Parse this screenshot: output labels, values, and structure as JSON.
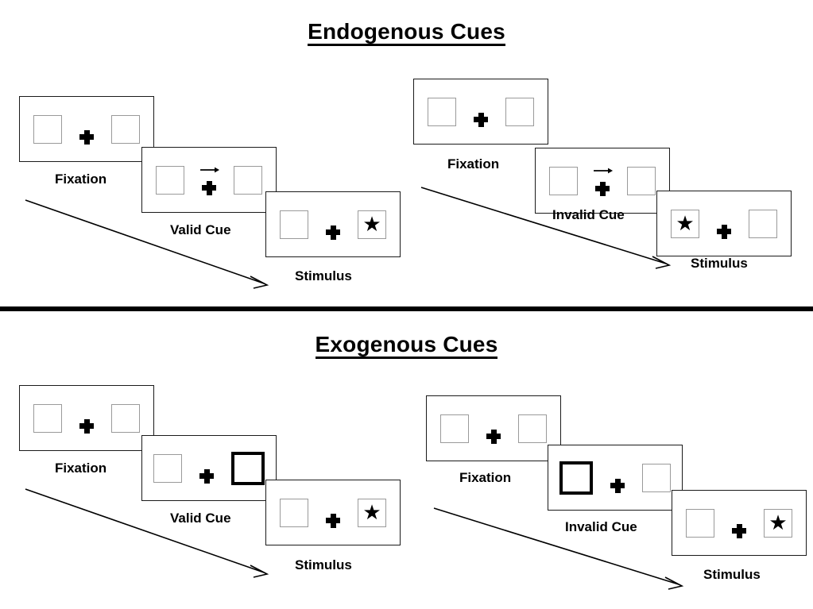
{
  "figure": {
    "title_endogenous": "Endogenous Cues",
    "title_exogenous": "Exogenous Cues"
  },
  "colors": {
    "frame_border": "#1a1a1a",
    "box_border": "#9a9a9a",
    "cue_highlight": "#000000",
    "divider": "#000000",
    "background": "#ffffff"
  },
  "sections": [
    {
      "name": "endogenous",
      "title": "Endogenous Cues",
      "cue_type": "arrow",
      "panels": [
        {
          "name": "endogenous-valid",
          "condition": "Valid Cue",
          "stages": [
            {
              "label": "Fixation",
              "left_box": "empty",
              "right_box": "empty",
              "cue": "none"
            },
            {
              "label": "Valid Cue",
              "left_box": "empty",
              "right_box": "empty",
              "cue": "arrow-right"
            },
            {
              "label": "Stimulus",
              "left_box": "empty",
              "right_box": "star",
              "cue": "none"
            }
          ]
        },
        {
          "name": "endogenous-invalid",
          "condition": "Invalid Cue",
          "stages": [
            {
              "label": "Fixation",
              "left_box": "empty",
              "right_box": "empty",
              "cue": "none"
            },
            {
              "label": "Invalid Cue",
              "left_box": "empty",
              "right_box": "empty",
              "cue": "arrow-right"
            },
            {
              "label": "Stimulus",
              "left_box": "star",
              "right_box": "empty",
              "cue": "none"
            }
          ]
        }
      ]
    },
    {
      "name": "exogenous",
      "title": "Exogenous Cues",
      "cue_type": "box-flash",
      "panels": [
        {
          "name": "exogenous-valid",
          "condition": "Valid Cue",
          "stages": [
            {
              "label": "Fixation",
              "left_box": "empty",
              "right_box": "empty",
              "cue": "none"
            },
            {
              "label": "Valid Cue",
              "left_box": "empty",
              "right_box": "bold",
              "cue": "right-box-highlight"
            },
            {
              "label": "Stimulus",
              "left_box": "empty",
              "right_box": "star",
              "cue": "none"
            }
          ]
        },
        {
          "name": "exogenous-invalid",
          "condition": "Invalid Cue",
          "stages": [
            {
              "label": "Fixation",
              "left_box": "empty",
              "right_box": "empty",
              "cue": "none"
            },
            {
              "label": "Invalid Cue",
              "left_box": "bold",
              "right_box": "empty",
              "cue": "left-box-highlight"
            },
            {
              "label": "Stimulus",
              "left_box": "empty",
              "right_box": "star",
              "cue": "none"
            }
          ]
        }
      ]
    }
  ],
  "glyphs": {
    "star": "★",
    "fixation_cross": "plus-sign",
    "arrow_cue": "arrow-right-icon",
    "timeline_arrow": "time-arrow-icon"
  },
  "labels": {
    "fixation": "Fixation",
    "valid_cue": "Valid Cue",
    "invalid_cue": "Invalid Cue",
    "stimulus": "Stimulus"
  }
}
